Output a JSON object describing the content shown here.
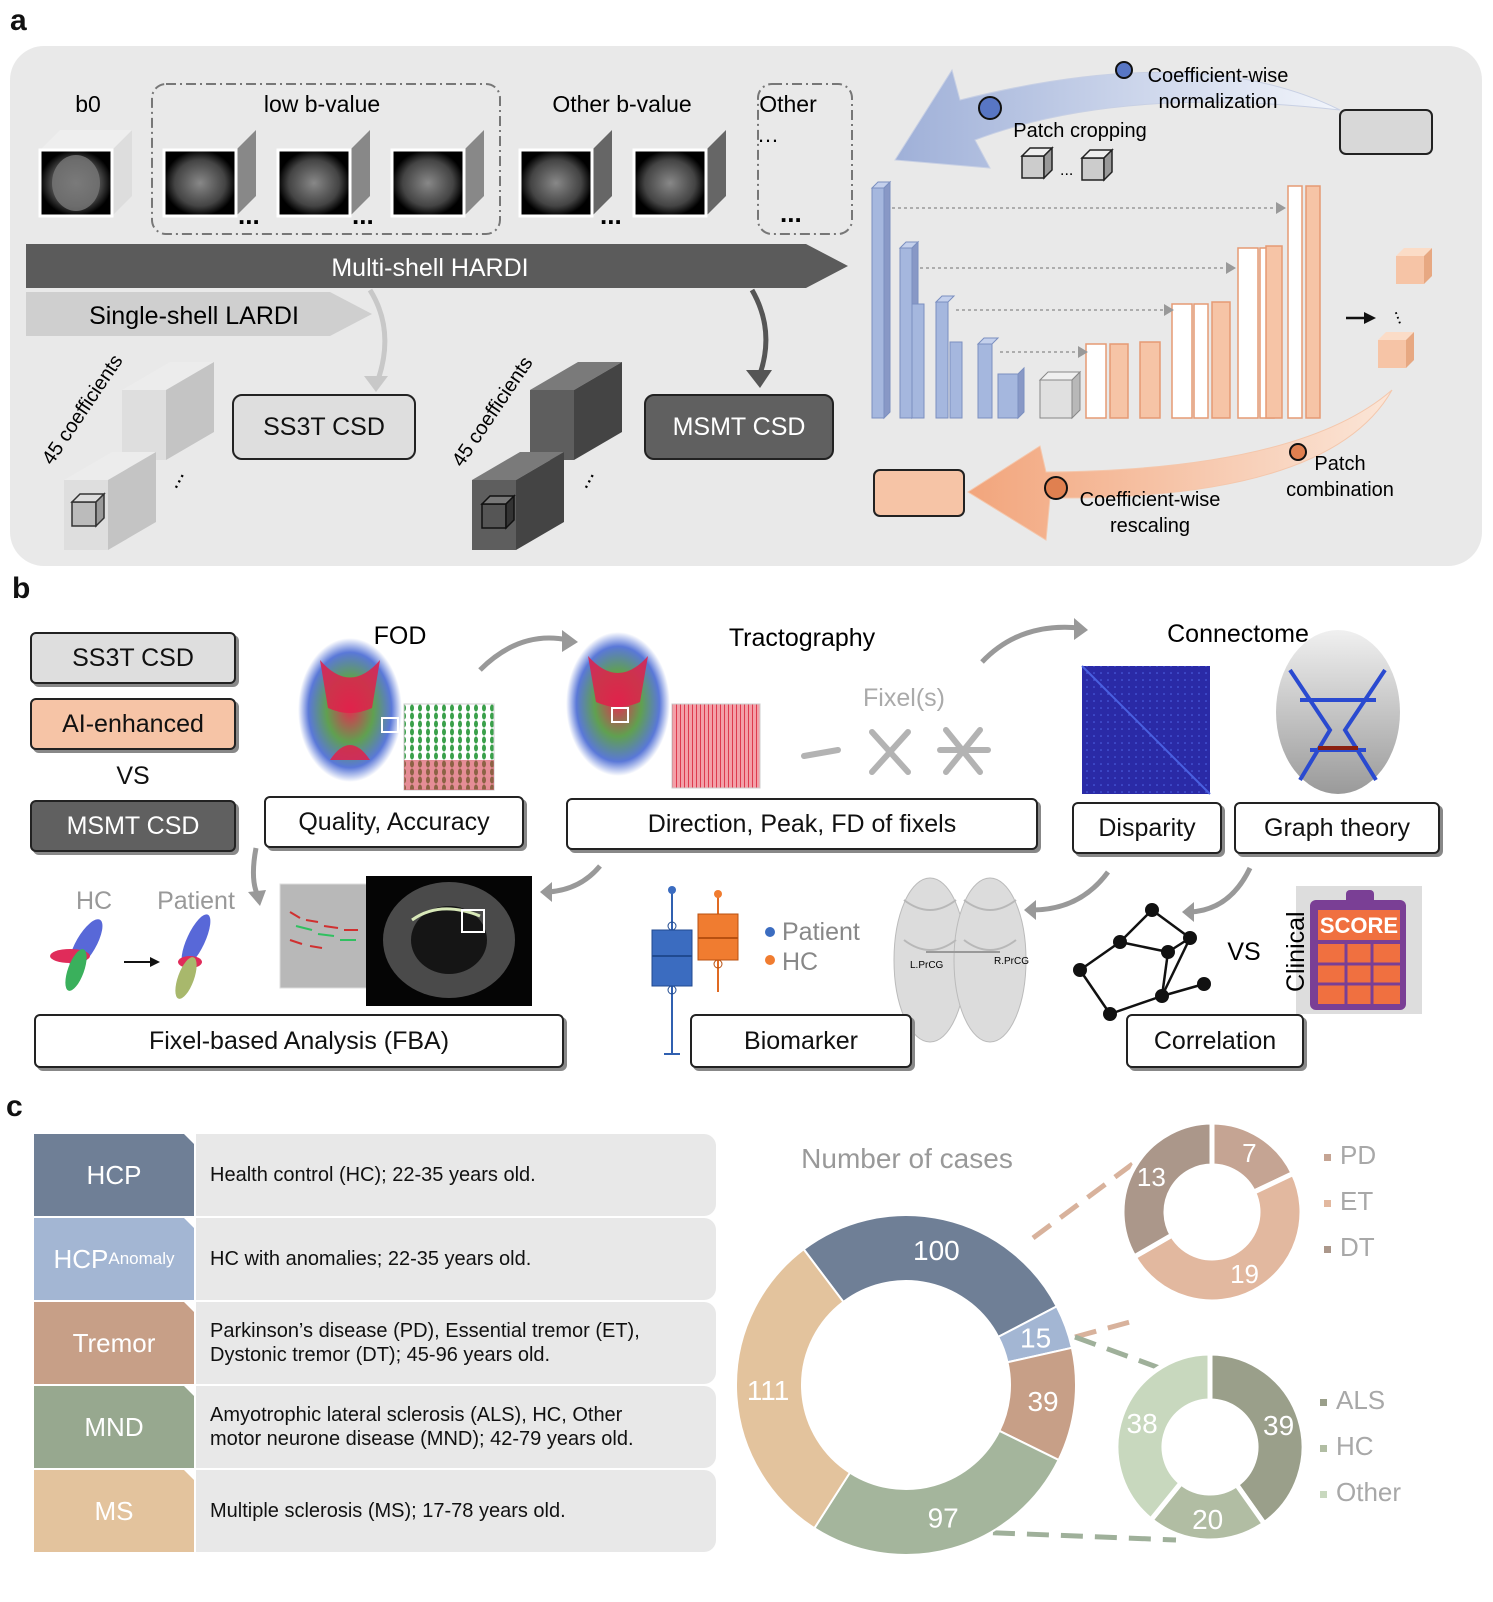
{
  "panel_letters": {
    "a": "a",
    "b": "b",
    "c": "c"
  },
  "panel_a": {
    "b0": "b0",
    "low_b": "low b-value",
    "other_b": "Other b-value",
    "other": "Other",
    "other_dots": "…",
    "multi_shell": "Multi-shell HARDI",
    "single_shell": "Single-shell LARDI",
    "coef1": "45 coefficients",
    "coef2": "45 coefficients",
    "ss3t": "SS3T CSD",
    "msmt": "MSMT CSD",
    "coeff_norm_1": "Coefficient-wise",
    "coeff_norm_2": "normalization",
    "patch_crop": "Patch cropping",
    "patch_comb_1": "Patch",
    "patch_comb_2": "combination",
    "coeff_resc_1": "Coefficient-wise",
    "coeff_resc_2": "rescaling",
    "dots": "…"
  },
  "panel_b": {
    "legend_ss3t": "SS3T CSD",
    "legend_ai": "AI-enhanced",
    "legend_vs": "VS",
    "legend_msmt": "MSMT CSD",
    "fod": "FOD",
    "tractography": "Tractography",
    "connectome": "Connectome",
    "fixels": "Fixel(s)",
    "quality": "Quality, Accuracy",
    "direction": "Direction, Peak, FD of fixels",
    "disparity": "Disparity",
    "graph_theory": "Graph theory",
    "hc": "HC",
    "patient": "Patient",
    "fba": "Fixel-based Analysis (FBA)",
    "legend_patient": "Patient",
    "legend_hc": "HC",
    "biomarker": "Biomarker",
    "lprcg": "L.PrCG",
    "rprcg": "R.PrCG",
    "vs2": "VS",
    "clinical": "Clinical",
    "score": "SCORE",
    "correlation": "Correlation"
  },
  "panel_c": {
    "rows": [
      {
        "tag": "HCP",
        "sub": "",
        "desc1": "Health control (HC); 22-35 years old.",
        "desc2": "",
        "color": "#6f7f96"
      },
      {
        "tag": "HCP",
        "sub": "Anomaly",
        "desc1": "HC with anomalies; 22-35 years old.",
        "desc2": "",
        "color": "#a3b6d3"
      },
      {
        "tag": "Tremor",
        "sub": "",
        "desc1": "Parkinson’s disease (PD), Essential tremor (ET),",
        "desc2": "Dystonic tremor (DT); 45-96 years old.",
        "color": "#c79f87"
      },
      {
        "tag": "MND",
        "sub": "",
        "desc1": "Amyotrophic lateral sclerosis (ALS), HC, Other",
        "desc2": "motor neurone disease (MND); 42-79 years old.",
        "color": "#97a88f"
      },
      {
        "tag": "MS",
        "sub": "",
        "desc1": "Multiple sclerosis (MS); 17-78 years old.",
        "desc2": "",
        "color": "#e3c39d"
      }
    ],
    "chart_title": "Number of cases"
  },
  "chart_data": [
    {
      "type": "pie",
      "title": "Number of cases",
      "categories": [
        "HCP",
        "HCP Anomaly",
        "Tremor",
        "MND",
        "MS"
      ],
      "values": [
        100,
        15,
        39,
        97,
        111
      ],
      "colors": [
        "#6f7f96",
        "#a3b6d3",
        "#c79f87",
        "#a4b59c",
        "#e3c39d"
      ]
    },
    {
      "type": "pie",
      "categories": [
        "PD",
        "ET",
        "DT"
      ],
      "values": [
        7,
        19,
        13
      ],
      "colors": [
        "#c5a493",
        "#e2b89f",
        "#ab978a"
      ]
    },
    {
      "type": "pie",
      "categories": [
        "ALS",
        "HC",
        "Other"
      ],
      "values": [
        39,
        20,
        38
      ],
      "colors": [
        "#9a9f8a",
        "#b1bda3",
        "#c8d8be"
      ]
    }
  ]
}
